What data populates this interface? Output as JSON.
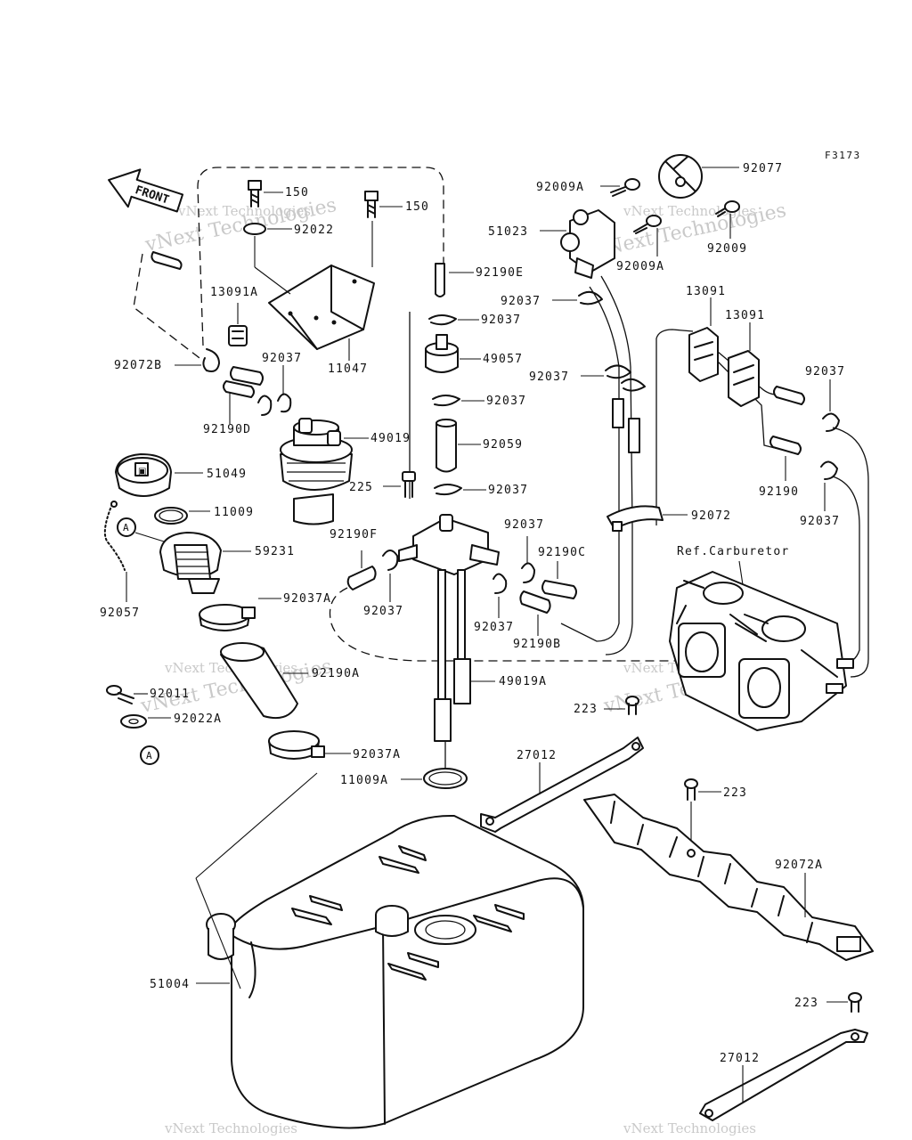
{
  "figure_code": "F3173",
  "front_label": "FRONT",
  "ref_label": "Ref.Carburetor",
  "circle_marker": "A",
  "watermark": "vNext Technologies",
  "labels": {
    "l150a": "150",
    "l150b": "150",
    "l92022": "92022",
    "l13091A": "13091A",
    "l92072B": "92072B",
    "l92037a": "92037",
    "l92190D": "92190D",
    "l11047": "11047",
    "l92190E": "92190E",
    "l92037b": "92037",
    "l49057": "49057",
    "l92037c": "92037",
    "l49019": "49019",
    "l92059": "92059",
    "l51049": "51049",
    "l11009": "11009",
    "l225": "225",
    "l92037d": "92037",
    "l59231": "59231",
    "l92057": "92057",
    "l92190F": "92190F",
    "l92037e": "92037",
    "l92037f": "92037",
    "l92190C": "92190C",
    "l92037g": "92037",
    "l92190B": "92190B",
    "l92037A1": "92037A",
    "l92190A": "92190A",
    "l92011": "92011",
    "l92022A": "92022A",
    "l49019A": "49019A",
    "l92037A2": "92037A",
    "l11009A": "11009A",
    "l27012a": "27012",
    "l223a": "223",
    "l223b": "223",
    "l92072A": "92072A",
    "l51004": "51004",
    "l223c": "223",
    "l27012b": "27012",
    "l92009A1": "92009A",
    "l92077": "92077",
    "l51023": "51023",
    "l92009": "92009",
    "l92009A2": "92009A",
    "l92037h": "92037",
    "l13091a": "13091",
    "l13091b": "13091",
    "l92037i": "92037",
    "l92037j": "92037",
    "l92190": "92190",
    "l92037k": "92037",
    "l92072": "92072"
  }
}
